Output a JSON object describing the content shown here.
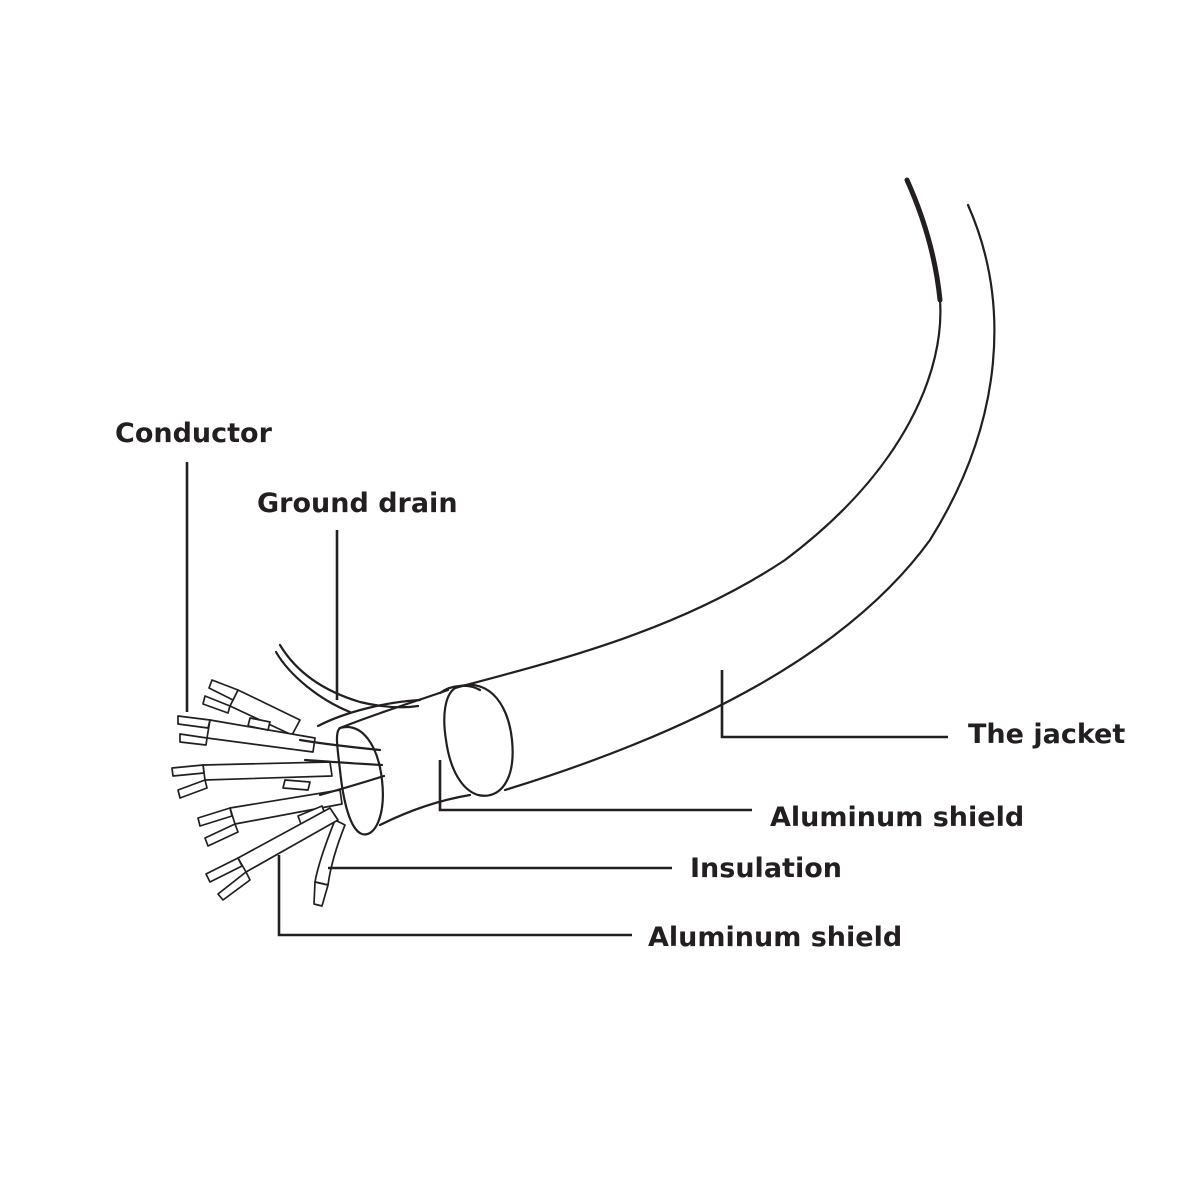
{
  "labels": {
    "conductor": "Conductor",
    "ground_drain": "Ground drain",
    "jacket": "The jacket",
    "aluminum_shield_outer": "Aluminum shield",
    "insulation": "Insulation",
    "aluminum_shield_inner": "Aluminum shield"
  },
  "colors": {
    "line": "#231f20",
    "background": "#ffffff"
  }
}
